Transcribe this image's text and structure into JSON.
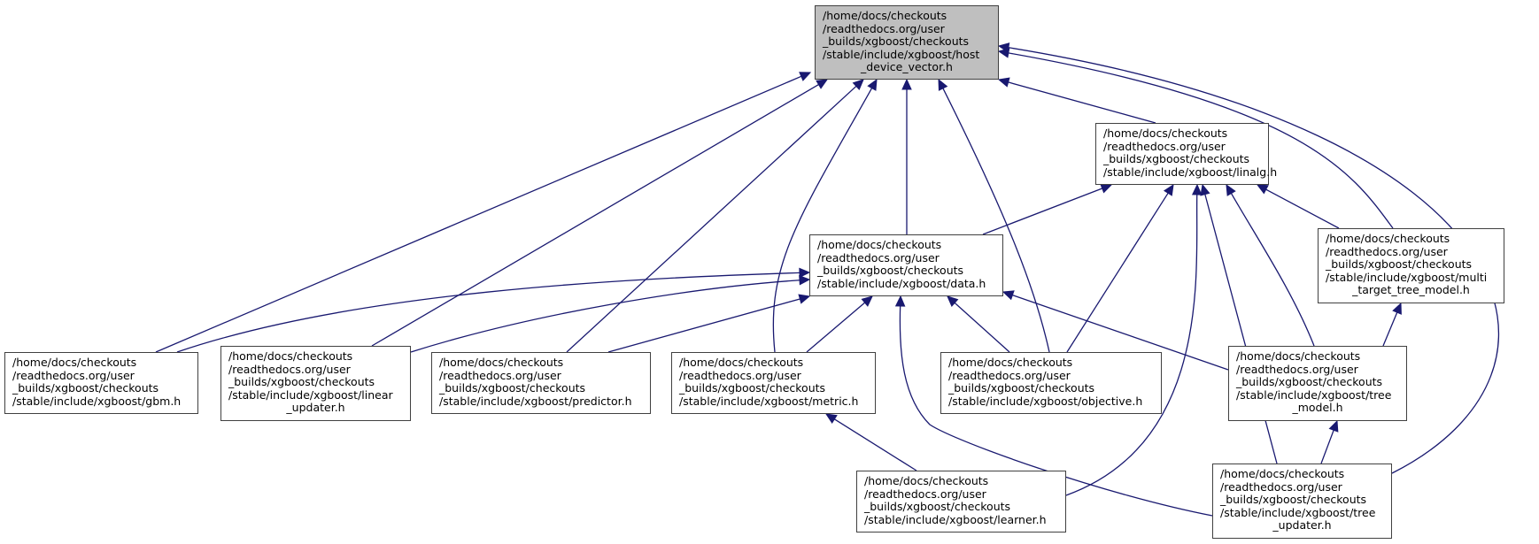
{
  "title": "Include dependency graph (included by) for host_device_vector.h",
  "colors": {
    "edge": "#191970",
    "root_fill": "#bfbfbf",
    "node_fill": "#ffffff",
    "node_border": "#404040"
  },
  "nodes": [
    {
      "id": "host_device_vector",
      "root": true,
      "lines": [
        "/home/docs/checkouts",
        "/readthedocs.org/user",
        "_builds/xgboost/checkouts",
        "/stable/include/xgboost/host",
        "_device_vector.h"
      ]
    },
    {
      "id": "linalg",
      "lines": [
        "/home/docs/checkouts",
        "/readthedocs.org/user",
        "_builds/xgboost/checkouts",
        "/stable/include/xgboost/linalg.h"
      ]
    },
    {
      "id": "data",
      "lines": [
        "/home/docs/checkouts",
        "/readthedocs.org/user",
        "_builds/xgboost/checkouts",
        "/stable/include/xgboost/data.h"
      ]
    },
    {
      "id": "multi_target_tree_model",
      "lines": [
        "/home/docs/checkouts",
        "/readthedocs.org/user",
        "_builds/xgboost/checkouts",
        "/stable/include/xgboost/multi",
        "_target_tree_model.h"
      ]
    },
    {
      "id": "gbm",
      "lines": [
        "/home/docs/checkouts",
        "/readthedocs.org/user",
        "_builds/xgboost/checkouts",
        "/stable/include/xgboost/gbm.h"
      ]
    },
    {
      "id": "linear_updater",
      "lines": [
        "/home/docs/checkouts",
        "/readthedocs.org/user",
        "_builds/xgboost/checkouts",
        "/stable/include/xgboost/linear",
        "_updater.h"
      ]
    },
    {
      "id": "predictor",
      "lines": [
        "/home/docs/checkouts",
        "/readthedocs.org/user",
        "_builds/xgboost/checkouts",
        "/stable/include/xgboost/predictor.h"
      ]
    },
    {
      "id": "metric",
      "lines": [
        "/home/docs/checkouts",
        "/readthedocs.org/user",
        "_builds/xgboost/checkouts",
        "/stable/include/xgboost/metric.h"
      ]
    },
    {
      "id": "objective",
      "lines": [
        "/home/docs/checkouts",
        "/readthedocs.org/user",
        "_builds/xgboost/checkouts",
        "/stable/include/xgboost/objective.h"
      ]
    },
    {
      "id": "tree_model",
      "lines": [
        "/home/docs/checkouts",
        "/readthedocs.org/user",
        "_builds/xgboost/checkouts",
        "/stable/include/xgboost/tree",
        "_model.h"
      ]
    },
    {
      "id": "learner",
      "lines": [
        "/home/docs/checkouts",
        "/readthedocs.org/user",
        "_builds/xgboost/checkouts",
        "/stable/include/xgboost/learner.h"
      ]
    },
    {
      "id": "tree_updater",
      "lines": [
        "/home/docs/checkouts",
        "/readthedocs.org/user",
        "_builds/xgboost/checkouts",
        "/stable/include/xgboost/tree",
        "_updater.h"
      ]
    }
  ],
  "edges": [
    {
      "from": "gbm",
      "to": "host_device_vector"
    },
    {
      "from": "linear_updater",
      "to": "host_device_vector"
    },
    {
      "from": "predictor",
      "to": "host_device_vector"
    },
    {
      "from": "metric",
      "to": "host_device_vector"
    },
    {
      "from": "data",
      "to": "host_device_vector"
    },
    {
      "from": "objective",
      "to": "host_device_vector"
    },
    {
      "from": "linalg",
      "to": "host_device_vector"
    },
    {
      "from": "multi_target_tree_model",
      "to": "host_device_vector"
    },
    {
      "from": "tree_updater",
      "to": "host_device_vector"
    },
    {
      "from": "data",
      "to": "linalg"
    },
    {
      "from": "objective",
      "to": "linalg"
    },
    {
      "from": "learner",
      "to": "linalg"
    },
    {
      "from": "tree_updater",
      "to": "linalg"
    },
    {
      "from": "tree_model",
      "to": "linalg"
    },
    {
      "from": "multi_target_tree_model",
      "to": "linalg"
    },
    {
      "from": "gbm",
      "to": "data"
    },
    {
      "from": "linear_updater",
      "to": "data"
    },
    {
      "from": "predictor",
      "to": "data"
    },
    {
      "from": "metric",
      "to": "data"
    },
    {
      "from": "tree_updater",
      "to": "data"
    },
    {
      "from": "objective",
      "to": "data"
    },
    {
      "from": "tree_model",
      "to": "data"
    },
    {
      "from": "tree_model",
      "to": "multi_target_tree_model"
    },
    {
      "from": "learner",
      "to": "metric"
    },
    {
      "from": "tree_updater",
      "to": "tree_model"
    }
  ]
}
